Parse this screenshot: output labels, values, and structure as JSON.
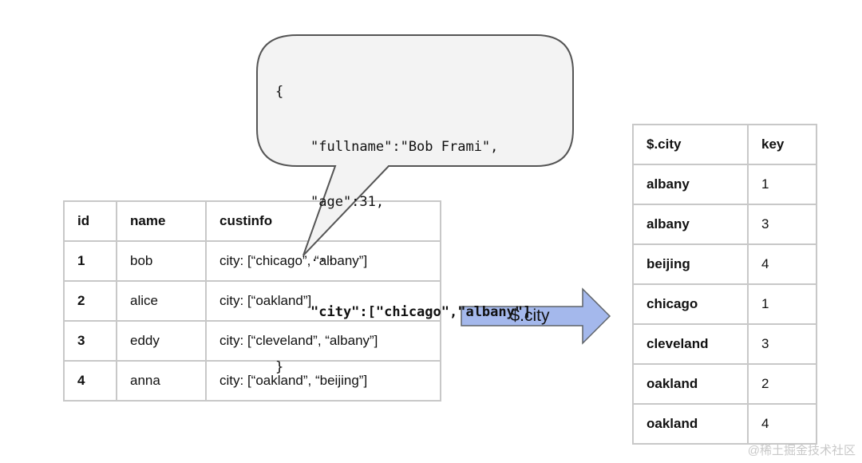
{
  "json_snippet": {
    "lines": [
      "{",
      "\"fullname\":\"Bob Frami\",",
      "\"age\":31,",
      "...",
      "\"city\":[\"chicago\",\"albany\"]",
      "}"
    ]
  },
  "source_table": {
    "headers": [
      "id",
      "name",
      "custinfo"
    ],
    "rows": [
      {
        "id": "1",
        "name": "bob",
        "custinfo": "city: [“chicago”, “albany”]"
      },
      {
        "id": "2",
        "name": "alice",
        "custinfo": "city: [“oakland”]"
      },
      {
        "id": "3",
        "name": "eddy",
        "custinfo": "city: [“cleveland”, “albany”]"
      },
      {
        "id": "4",
        "name": "anna",
        "custinfo": "city: [“oakland”, “beijing”]"
      }
    ]
  },
  "arrow": {
    "label": "$.city",
    "fill": "#a4b8ec",
    "stroke": "#5f6368"
  },
  "result_table": {
    "headers": [
      "$.city",
      "key"
    ],
    "rows": [
      {
        "city": "albany",
        "key": "1"
      },
      {
        "city": "albany",
        "key": "3"
      },
      {
        "city": "beijing",
        "key": "4"
      },
      {
        "city": "chicago",
        "key": "1"
      },
      {
        "city": "cleveland",
        "key": "3"
      },
      {
        "city": "oakland",
        "key": "2"
      },
      {
        "city": "oakland",
        "key": "4"
      }
    ]
  },
  "colors": {
    "bubble_fill": "#f3f3f3",
    "bubble_stroke": "#555555",
    "table_border": "#c8c8c8"
  },
  "watermark": "@稀土掘金技术社区"
}
